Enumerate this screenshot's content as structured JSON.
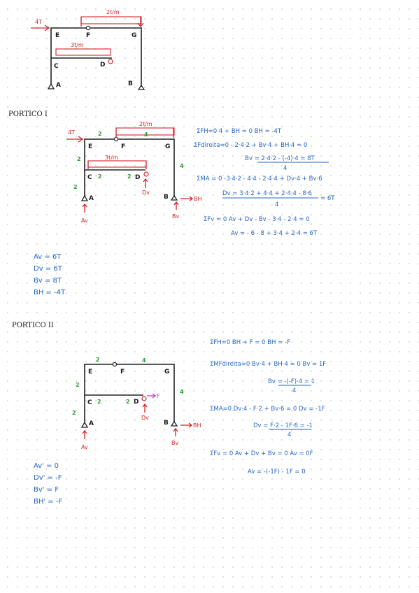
{
  "frame_top": {
    "load_horizontal": "4T",
    "dist_load_top": "2t/m",
    "dist_load_mid": "3t/m",
    "nodes": {
      "A": "A",
      "B": "B",
      "C": "C",
      "D": "D",
      "E": "E",
      "F": "F",
      "G": "G"
    }
  },
  "portico1": {
    "title": "PORTICO I",
    "load_horizontal": "4T",
    "dist_load_top": "2t/m",
    "dist_load_mid": "3t/m",
    "dims": {
      "eF": "2",
      "fG": "4",
      "eC": "2",
      "cA": "2",
      "cD1": "2",
      "cD2": "2",
      "gB": "4"
    },
    "reactions": {
      "dv": "Dv",
      "av": "Av",
      "bv": "Bv",
      "bh": "BH"
    },
    "eq": {
      "l1": "ΣFH=0   4 + BH = 0     BH = -4T",
      "l2": "ΣFdireita=0   - 2·4·2 + Bv·4 + BH·4 = 0",
      "l3": "Bv = 2·4·2 - (-4)·4 = 8T",
      "l3d": "4",
      "l4": "ΣMA = 0   -3·4·2 - 4·4 - 2·4·4 + Dv·4 + Bv·6",
      "l5": "Dv = 3·4·2 + 4·4 + 2·4·4 - 8·6",
      "l5r": "= 6T",
      "l5d": "4",
      "l6": "ΣFv = 0   Av + Dv - Bv - 3·4 - 2·4 = 0",
      "l7": "Av = - 6 - 8 + 3·4 + 2·4 = 6T"
    },
    "results": [
      "Av = 6T",
      "Dv = 6T",
      "Bv = 8T",
      "BH = -4T"
    ]
  },
  "portico2": {
    "title": "PORTICO II",
    "dims": {
      "eF": "2",
      "fG": "4",
      "eC": "2",
      "cA": "2",
      "cD1": "2",
      "cD2": "2",
      "gB": "4"
    },
    "load_f": "F",
    "reactions": {
      "dv": "Dv",
      "av": "Av",
      "bv": "Bv",
      "bh": "BH"
    },
    "eq": {
      "l1": "ΣFH=0     BH + F = 0    BH = -F",
      "l2": "ΣMFdireita=0     Bv·4 + BH·4 = 0       Bv = 1F",
      "l3": "Bv = -(-F)·4 = 1",
      "l3d": "4",
      "l4": "ΣMA=0      Dv·4 - F·2 + Bv·6 = 0    Dv = -1F",
      "l5": "Dv = F·2 - 1F·6 = -1",
      "l5d": "4",
      "l6": "ΣFv = 0     Av + Dv + Bv = 0      Av = 0F",
      "l7": "Av = -(-1F) - 1F = 0"
    },
    "results": [
      "Av' = 0",
      "Dv' = -F",
      "Bv' = F",
      "BH' = -F"
    ]
  }
}
